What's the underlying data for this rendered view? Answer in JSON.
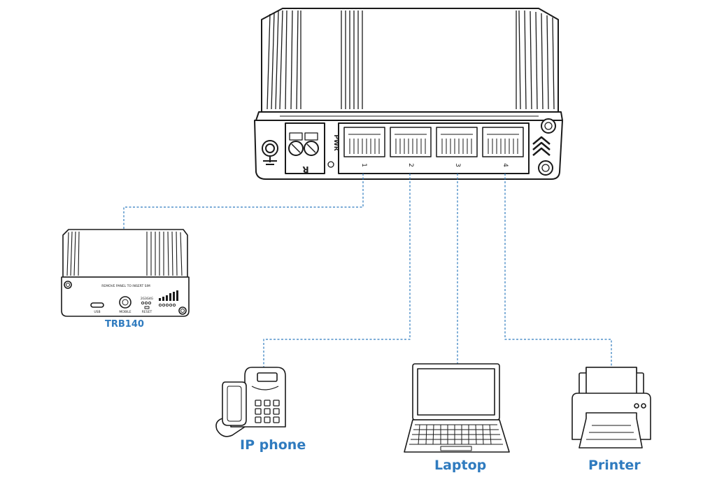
{
  "switch": {
    "pwr_label": "PWR",
    "terminal_label": "R",
    "port_numbers": [
      "1",
      "2",
      "3",
      "4"
    ]
  },
  "trb140": {
    "label": "TRB140",
    "panel_text": "REMOVE PANEL TO INSERT SIM",
    "usb_label": "USB",
    "mobile_label": "MOBILE",
    "reset_label": "RESET",
    "signal_labels": [
      "2G",
      "3G",
      "4G"
    ]
  },
  "devices": {
    "ip_phone": "IP phone",
    "laptop": "Laptop",
    "printer": "Printer"
  },
  "colors": {
    "label": "#2f7bbf",
    "link": "#2f7bbf",
    "outline": "#1a1a1a"
  }
}
